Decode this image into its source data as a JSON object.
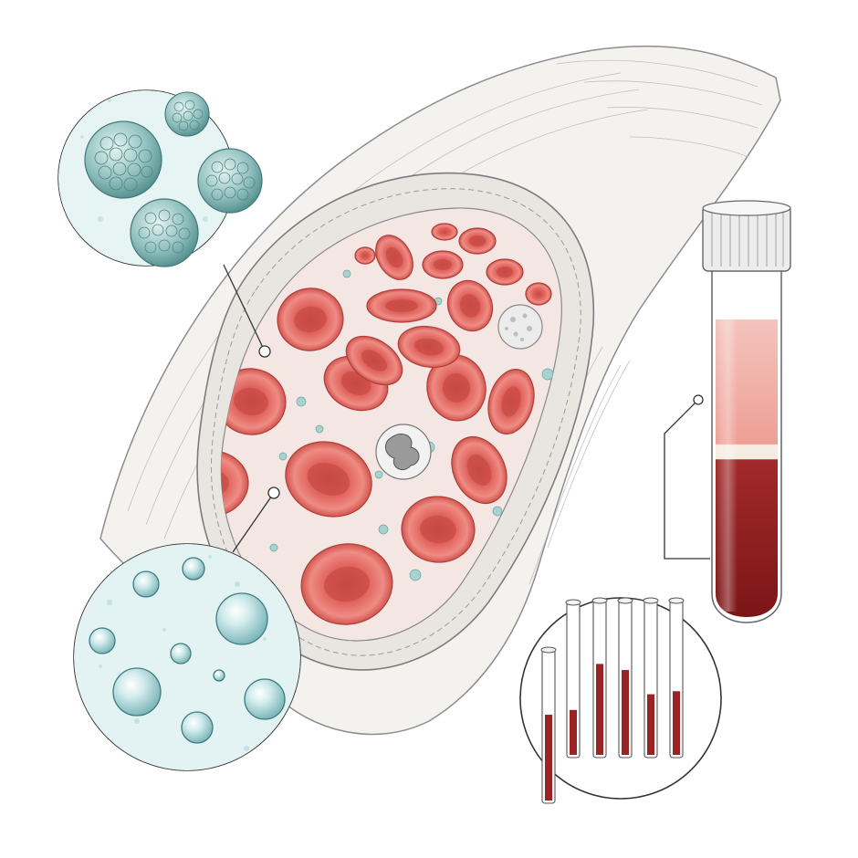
{
  "illustration": {
    "subject": "blood-vessel-cross-section",
    "labels": []
  },
  "colors": {
    "background": "#ffffff",
    "vessel_wall": "#f1efec",
    "vessel_line": "#8c8c8c",
    "lumen": "#f3e6e3",
    "red_cell": "#e0625c",
    "red_cell_dark": "#b8403c",
    "red_cell_light": "#f2a29a",
    "platelet": "#9cc7c6",
    "platelet_dark": "#5f9c9c",
    "plasma_bubble": "#bfe0e2",
    "plasma_bg": "#e3f3f3",
    "plasma_tube": "#f2b7b0",
    "buffy_coat": "#f6ece2",
    "cells_tube": "#8f1d1e",
    "tube_cap": "#e8e8e8"
  },
  "callouts": [
    {
      "name": "platelet-cluster-callout",
      "content": "platelets"
    },
    {
      "name": "plasma-droplet-callout",
      "content": "plasma"
    },
    {
      "name": "hematocrit-tubes-callout",
      "content": "hematocrit-tubes"
    }
  ],
  "hematocrit_levels": [
    0.58,
    0.3,
    0.6,
    0.56,
    0.4,
    0.42
  ],
  "test_tube_layers": {
    "plasma": 0.42,
    "buffy_coat": 0.05,
    "red_cells": 0.53
  }
}
